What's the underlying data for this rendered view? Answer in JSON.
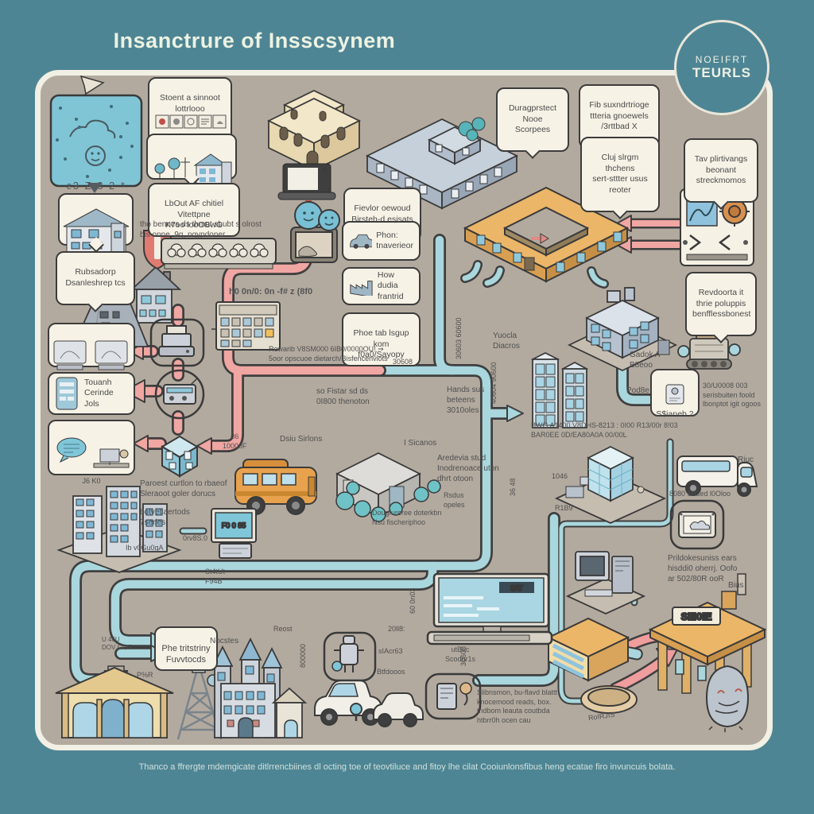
{
  "header": {
    "title": "Insanctrure of Insscsynem",
    "badge_top": "NOEIFRT",
    "badge_bottom": "TEURLS"
  },
  "caption": "Thanco a ffrergte mdemgicate ditlrrencbiines dl octing toe of teovtiluce and fitoy lhe cilat Cooiunlonsfibus heng ecatae firo invuncuis bolata.",
  "colors": {
    "background": "#4e8594",
    "panel": "#b3aa9f",
    "panel_border": "#f2efe4",
    "callout_bg": "#f7f2e6",
    "outline": "#3a3a3a",
    "pipe_teal": "#a9d7dd",
    "pipe_red": "#f0a6a2",
    "accent_orange": "#ecb668",
    "accent_blue": "#7fc6d8",
    "building_blue": "#c6d0da"
  },
  "callouts": {
    "stoent": "Stoent a sinnoot\nlottrlooo",
    "lbout": "LbOut AF chitiel Vitettpne\nK7oo looOBwG",
    "rubsadorp": "Rubsadorp\nDsanleshrep tcs",
    "duragprstect": "Duragprstect\nNooe\nScorpees",
    "fib": "Fib suxndrtrioge\nttteria gnoewels\n/3rttbad X",
    "cluj": "Cluj slrgm thchens\nsert-sttter usus\nreoter",
    "tav": "Tav plirtivangs\nbeonant\nstreckmomos",
    "fievlor": "Fievlor oewoud\nBirsteh-d esisats",
    "phon": "Phon:\ntnaverieor",
    "how": "How dudia\nfrantrid",
    "phoe": "Phoe tab lsgup kom\nf0a0/Sayopy",
    "revdoorta": "Revdoorta it\nthrie poluppis\nbenfflessbonest",
    "sianeb": "S$ianeb 2",
    "phe": "Phe tritstriny\nFuvvtocds",
    "touanh": "Touanh\nCerinde\nJols",
    "jk": "J6  K0"
  },
  "labels": {
    "squiggle": "ε3 Z 3 2 *",
    "thobennes": "tho bennes ds thmot sbubt s olrost\nbis onne, 9g, ngypdoner.",
    "h0": "h0 0n/0: 0n -f# z (8f0",
    "rewarib": "Rewarib V8SM000 6IB0/0000OU! ⇒\n5oor opscuoe dietarch/Bisfencenviots",
    "fistar": "so Fistar sd ds\n0I800 thenoton",
    "dsiu": "Dsiu Sirlons",
    "n36": "36\n10000F",
    "sicanos": "I Sicanos",
    "hands": "Hands sus\nbeteens\n3010oles",
    "aredevia": "Aredevia stud\nInodrenoace uton\ndhrt otoon",
    "rsdus": "Rsdus\nopeles",
    "dougfureree": "Dougfureree doterkbn\nNsu fischeriphoo",
    "yuocla": "Yuocla\nDiacros",
    "rot1": "30603 60600",
    "rot2": "40604 90600",
    "rot3648": "36 48",
    "n30608": "30608",
    "gadok": "Gadok A\nB8eoo",
    "pod8e": "Pod8e",
    "u30": "30/U0008 003\nserisbuiten foold\nlbonptot igit ogoos",
    "bwg": "BWG A1400 V8DHS-8213 : 0I00 R13/00r 8!03\nBAR0EE 0D/EA80A0A 00/00L",
    "n1046": "1046",
    "r1b9": "R1B9",
    "riuc": "Riuc",
    "n8080": "8080 S03ed l0Oloo",
    "prildo": "Prildokesuniss ears\nhisddi0 oherrj. Oofo\nar 502/80R ooR",
    "bius": "Bius",
    "paroest": "Paroest curtlon to rbaeof\nSleraoot goler dorucs",
    "botvet": "botvetlaertods\n7series",
    "ibv": "Ib v0Gu0gA",
    "orv": "0rv8S.0",
    "stat": "St4tUt\nF94B",
    "n2018": "20ll8:",
    "slacr": "sIAcr63",
    "btfd": "Btfdooos",
    "utbuc": "utBuc\nScodur1s",
    "slibnsmon": "Slibnsmon, bu-flavd blattt\nknocemood reads, box.\ntndbom leauta coutbda\nhtbrr0h ocen cau",
    "nocstes": "Nocstes",
    "reost": "Reost",
    "roirjis": "RoIRJIS",
    "pr": "P%R",
    "u46u": "U 46U\nDOV CIUT",
    "rotb1": "30608",
    "rotb2": "60 0n03",
    "rotright": "800000",
    "sign": "SIII0IE",
    "mini_screen": "F0 0 85",
    "bat": "8AT"
  }
}
